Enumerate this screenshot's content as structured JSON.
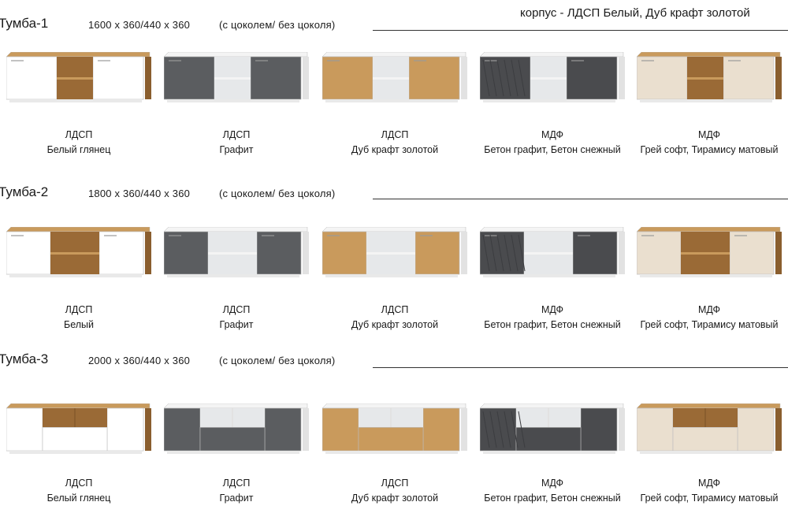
{
  "header_note": "корпус - ЛДСП Белый, Дуб крафт золотой",
  "sections": [
    {
      "title": "Тумба-1",
      "dims": "1600 x 360/440 x 360",
      "base": "(с цоколем/ без цоколя)",
      "items": [
        {
          "material": "ЛДСП",
          "color": "Белый глянец",
          "scheme": "white"
        },
        {
          "material": "ЛДСП",
          "color": "Графит",
          "scheme": "graphite"
        },
        {
          "material": "ЛДСП",
          "color": "Дуб крафт золотой",
          "scheme": "oak"
        },
        {
          "material": "МДФ",
          "color": "Бетон графит, Бетон снежный",
          "scheme": "concrete"
        },
        {
          "material": "МДФ",
          "color": "Грей софт, Тирамису матовый",
          "scheme": "cream"
        }
      ]
    },
    {
      "title": "Тумба-2",
      "dims": "1800 x 360/440 x 360",
      "base": "(с цоколем/ без цоколя)",
      "items": [
        {
          "material": "ЛДСП",
          "color": "Белый",
          "scheme": "white"
        },
        {
          "material": "ЛДСП",
          "color": "Графит",
          "scheme": "graphite"
        },
        {
          "material": "ЛДСП",
          "color": "Дуб крафт золотой",
          "scheme": "oak"
        },
        {
          "material": "МДФ",
          "color": "Бетон графит, Бетон снежный",
          "scheme": "concrete"
        },
        {
          "material": "МДФ",
          "color": "Грей софт, Тирамису матовый",
          "scheme": "cream"
        }
      ]
    },
    {
      "title": "Тумба-3",
      "dims": "2000 x 360/440 x 360",
      "base": "(с цоколем/ без цоколя)",
      "items": [
        {
          "material": "ЛДСП",
          "color": "Белый глянец",
          "scheme": "white"
        },
        {
          "material": "ЛДСП",
          "color": "Графит",
          "scheme": "graphite"
        },
        {
          "material": "ЛДСП",
          "color": "Дуб крафт золотой",
          "scheme": "oak"
        },
        {
          "material": "МДФ",
          "color": "Бетон графит, Бетон снежный",
          "scheme": "concrete"
        },
        {
          "material": "МДФ",
          "color": "Грей софт, Тирамису матовый",
          "scheme": "cream"
        }
      ]
    }
  ],
  "colors": {
    "oak": "#c99a5c",
    "oak_dark": "#8a5e2e",
    "graphite": "#5b5d60",
    "concrete": "#4a4b4e",
    "cream": "#eadfcf",
    "white": "#ffffff",
    "shelf_grey": "#e6e8ea"
  }
}
